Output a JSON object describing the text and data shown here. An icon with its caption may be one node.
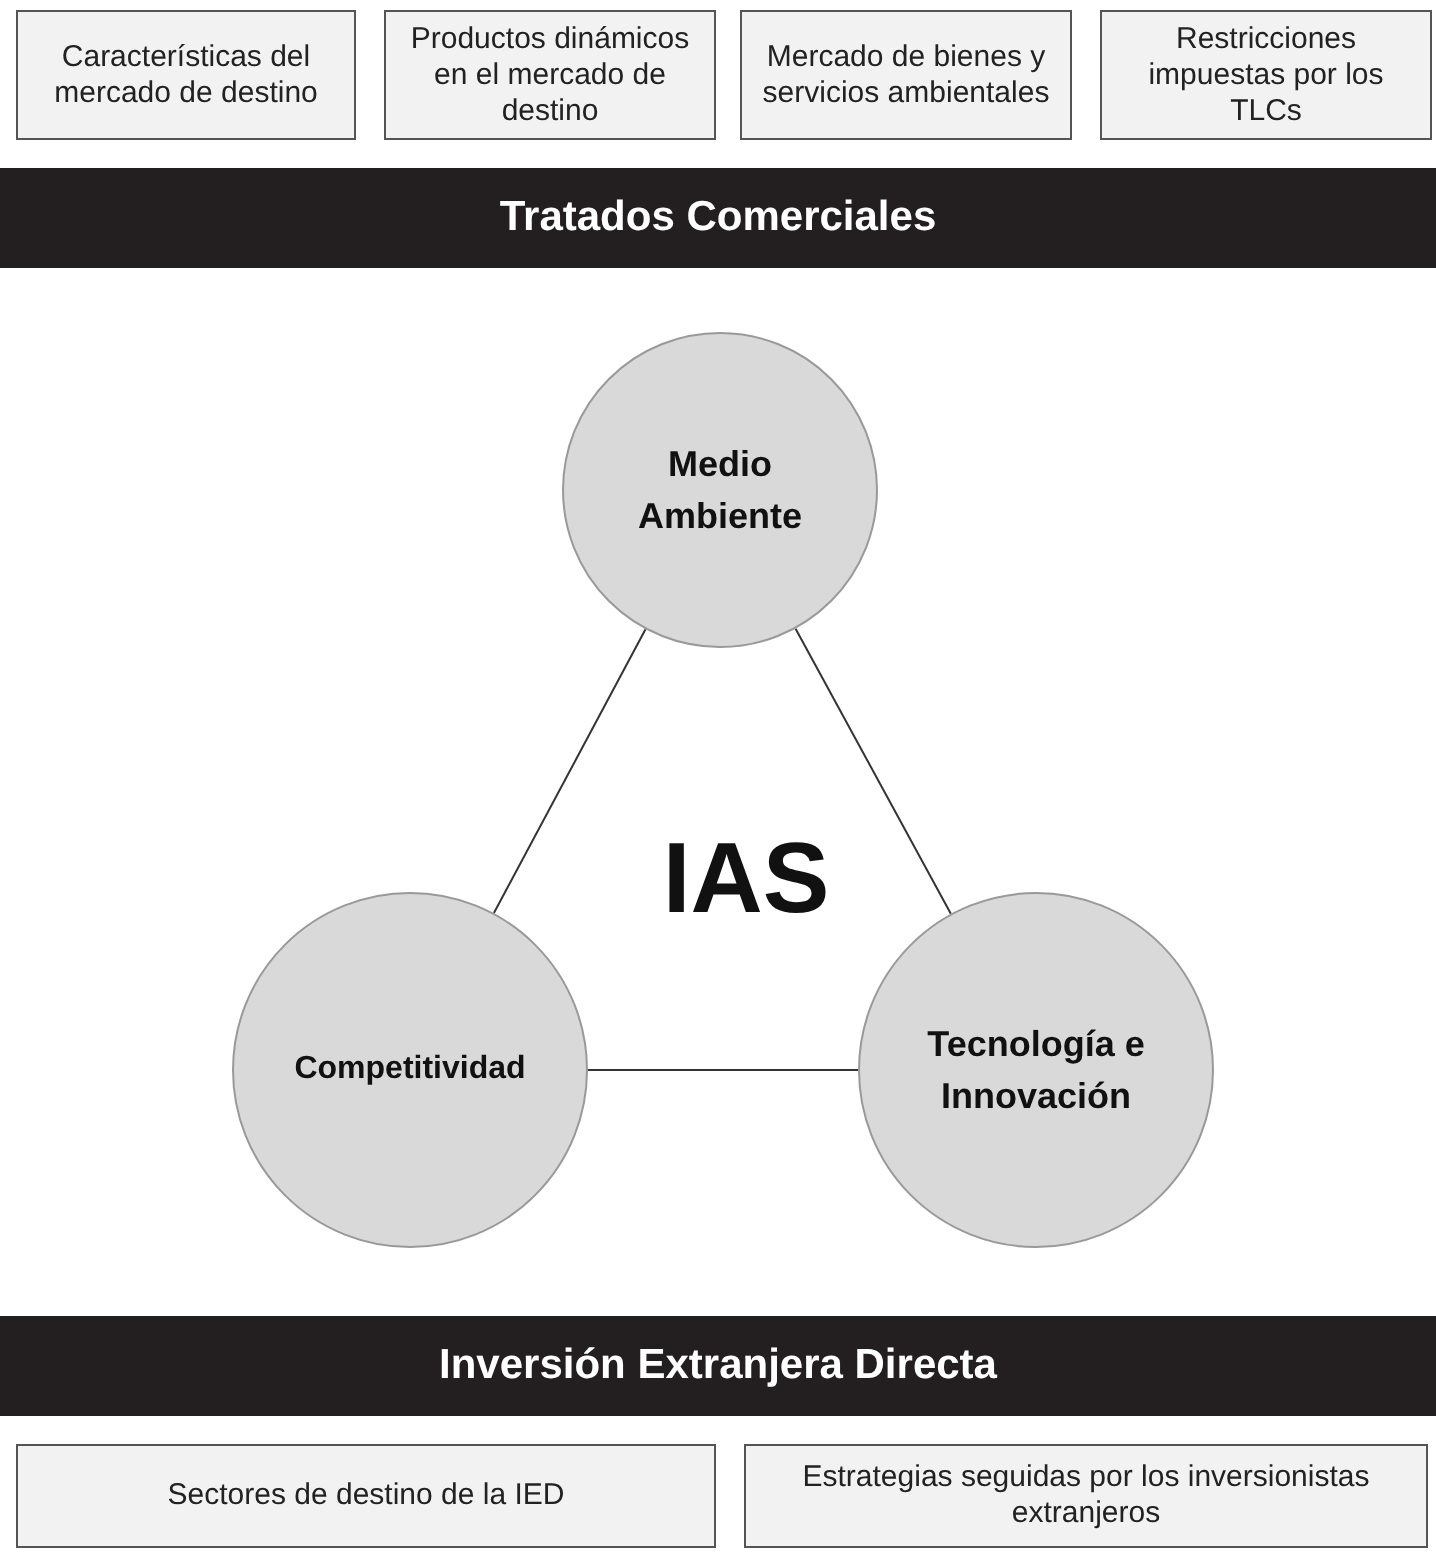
{
  "diagram": {
    "nodes": [
      {
        "text": [
          "Características del mercado de destino"
        ]
      },
      {
        "text": [
          "Productos dinámicos en el mercado de destino"
        ]
      },
      {
        "text": [
          "Mercado de bienes y servicios ambientales"
        ]
      },
      {
        "text": [
          "Restricciones impuestas por los TLCs"
        ]
      },
      {
        "text": [
          "Tratados Comerciales"
        ]
      },
      {
        "text": [
          "Medio Ambiente"
        ]
      },
      {
        "text": [
          "Competitividad"
        ]
      },
      {
        "text": [
          "Tecnología e Innovación"
        ]
      },
      {
        "text": [
          "Inversión Extranjera Directa"
        ]
      },
      {
        "text": [
          "Sectores de destino de la IED"
        ]
      },
      {
        "text": [
          "Estrategias seguidas por los inversionistas extranjeros"
        ]
      }
    ],
    "edges": [
      {
        "from": 5,
        "to": 6,
        "arrow": "none"
      },
      {
        "from": 5,
        "to": 7,
        "arrow": "none"
      },
      {
        "from": 6,
        "to": 7,
        "arrow": "none"
      }
    ],
    "labels": [
      "IAS"
    ]
  }
}
